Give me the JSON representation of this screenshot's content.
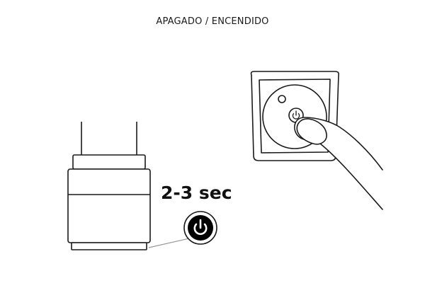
{
  "title": "APAGADO / ENCENDIDO",
  "duration_label": "2-3 sec",
  "icons": {
    "power_button": "power-icon",
    "hand": "finger-press"
  },
  "colors": {
    "line": "#1a1a1a",
    "icon_fill": "#000000",
    "leader": "#9a9a9a",
    "background": "#ffffff"
  }
}
